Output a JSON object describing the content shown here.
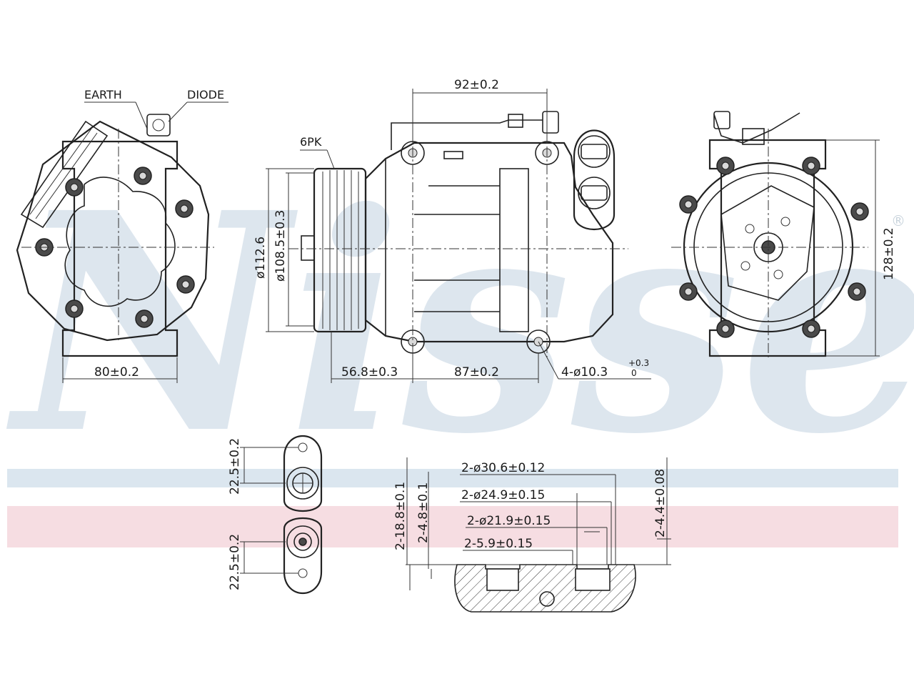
{
  "watermark": {
    "brand": "Nissens",
    "registered_mark": "®",
    "band_colors": {
      "blue": "#dbe6ef",
      "red": "#f6dde2",
      "text": "#dde6ee"
    }
  },
  "labels": {
    "earth": "EARTH",
    "diode": "DIODE",
    "belt": "6PK"
  },
  "dimensions": {
    "front_width": "80±0.2",
    "pulley_outer_dia": "ø112.6",
    "pulley_belt_dia": "ø108.5±0.3",
    "top_length": "92±0.2",
    "pulley_to_mount": "56.8±0.3",
    "mount_spacing": "87±0.2",
    "mount_holes": "4-ø10.3",
    "mount_holes_tol_upper": "+0.3",
    "mount_holes_tol_lower": "0",
    "rear_height": "128±0.2",
    "port_spacing_top": "22.5±0.2",
    "port_spacing_bottom": "22.5±0.2",
    "port_depth_total": "2-18.8±0.1",
    "port_depth_step": "2-4.8±0.1",
    "port_dia_outer": "2-ø30.6±0.12",
    "port_dia_mid": "2-ø24.9±0.15",
    "port_dia_inner": "2-ø21.9±0.15",
    "port_step": "2-5.9±0.15",
    "port_lip": "2-4.4±0.08"
  }
}
